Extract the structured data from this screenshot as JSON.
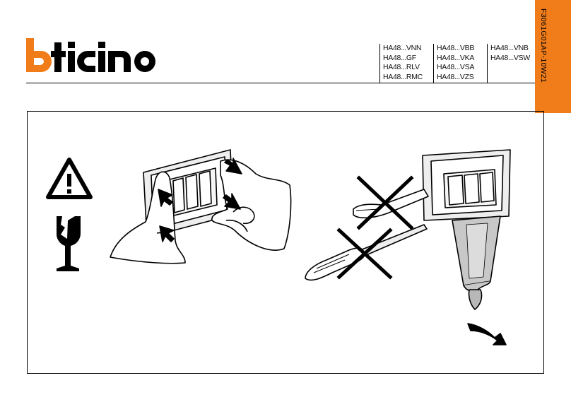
{
  "brand": {
    "name": "bticino",
    "accent": "#f07c1a"
  },
  "document_code": "F3061G01AP-10W21",
  "codes": {
    "col1": [
      "HA48...VNN",
      "HA48...GF",
      "HA48...RLV",
      "HA48...RMC"
    ],
    "col2": [
      "HA48...VBB",
      "HA48...VKA",
      "HA48...VSA",
      "HA48...VZS"
    ],
    "col3": [
      "HA48...VNB",
      "HA48...VSW"
    ]
  },
  "icons": [
    "warning-triangle-icon",
    "fragile-glass-icon",
    "press-arrow-icon",
    "forbidden-cross-icon",
    "rotate-arrow-icon"
  ]
}
